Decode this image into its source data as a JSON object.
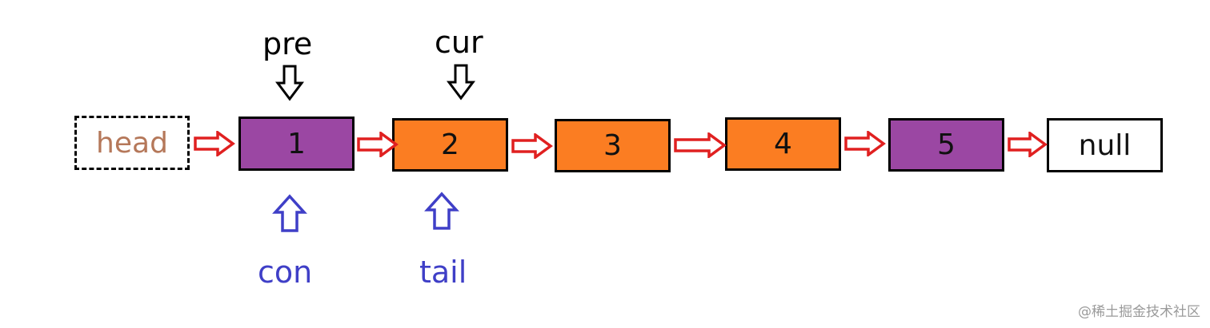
{
  "nodes": [
    {
      "label": "head",
      "kind": "dummy",
      "fill": "#ffffff",
      "border": "dashed"
    },
    {
      "label": "1",
      "fill": "#9b47a3"
    },
    {
      "label": "2",
      "fill": "#fb7d22"
    },
    {
      "label": "3",
      "fill": "#fb7d22"
    },
    {
      "label": "4",
      "fill": "#fb7d22"
    },
    {
      "label": "5",
      "fill": "#9b47a3"
    },
    {
      "label": "null",
      "fill": "#ffffff"
    }
  ],
  "link_color": "#e02020",
  "pointers_top": [
    {
      "label": "pre",
      "target_node": "1",
      "color": "#000000"
    },
    {
      "label": "cur",
      "target_node": "2",
      "color": "#000000"
    }
  ],
  "pointers_bottom": [
    {
      "label": "con",
      "target_node": "1",
      "color": "#3f3fc7"
    },
    {
      "label": "tail",
      "target_node": "2",
      "color": "#3f3fc7"
    }
  ],
  "watermark": "@稀土掘金技术社区"
}
